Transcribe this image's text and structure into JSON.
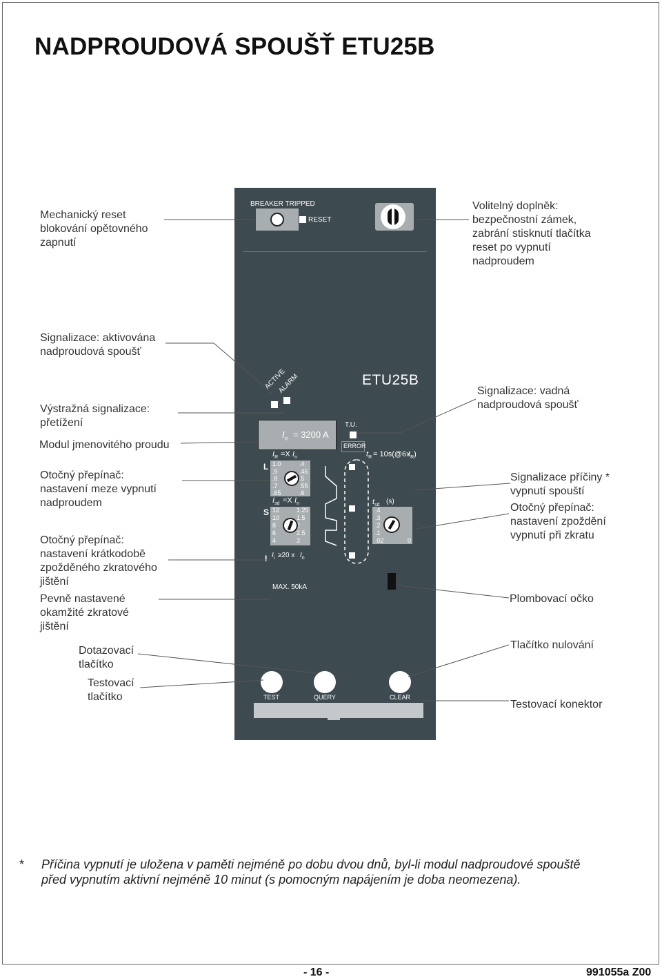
{
  "title": "NADPROUDOVÁ SPOUŠŤ  ETU25B",
  "left_labels": {
    "mech_reset": "Mechanický reset\nblokování opětovného\nzapnutí",
    "signal_active": "Signalizace: aktivována\nnadproudová spoušť",
    "warn_overload": "Výstražná signalizace:\npřetížení",
    "rated_module": "Modul jmenovitého proudu",
    "switch_limit": "Otočný přepínač:\nnastavení meze vypnutí\nnadproudem",
    "switch_short": "Otočný přepínač:\nnastavení krátkodobě\nzpožděného zkratového\njištění",
    "fixed_instant": "Pevně nastavené\nokamžité zkratové\njištění",
    "query_button": "Dotazovací\ntlačítko",
    "test_button": "Testovací\ntlačítko"
  },
  "right_labels": {
    "optional_lock": "Volitelný doplněk:\nbezpečnostní zámek,\nzabrání stisknutí tlačítka\nreset po vypnutí\nnadproudem",
    "signal_faulty": "Signalizace: vadná\nnadproudová spoušť",
    "signal_cause": "Signalizace příčiny *\nvypnutí spouští",
    "switch_delay": "Otočný přepínač:\nnastavení zpoždění\nvypnutí při zkratu",
    "seal_eye": "Plombovací očko",
    "clear_button": "Tlačítko nulování",
    "test_connector": "Testovací konektor"
  },
  "panel": {
    "breaker_tripped": "BREAKER TRIPPED",
    "reset": "RESET",
    "active": "ACTIVE",
    "alarm": "ALARM",
    "model": "ETU25B",
    "rated_current": "= 3200 A",
    "tu": "T.U.",
    "error": "ERROR",
    "ir_label": "=X",
    "tr_label": "= 10s(@6x",
    "L": "L",
    "S": "S",
    "I": "I",
    "ir_left": [
      "1.0",
      ".9",
      ".8",
      ".7",
      ".65"
    ],
    "ir_right": [
      ".4",
      ".45",
      ".5",
      ".55",
      ".6"
    ],
    "isd_label": "=X",
    "isd_left": [
      "12",
      "10",
      "8",
      "6",
      "4"
    ],
    "isd_right": [
      "1.25",
      "1.5",
      "2",
      "2.5",
      "3"
    ],
    "tsd_label": "(s)",
    "tsd_values": [
      ".4",
      ".3",
      ".2",
      ".1",
      ".02"
    ],
    "tsd_zero": "0",
    "ii_label": "≥20 x",
    "max": "MAX. 50kA",
    "test": "TEST",
    "query": "QUERY",
    "clear": "CLEAR"
  },
  "footnote": {
    "star": "*",
    "line1": "Příčina vypnutí je uložena v paměti nejméně po dobu dvou dnů, byl-li modul nadproudové spouště",
    "line2": "před vypnutím aktivní nejméně 10 minut (s pomocným napájením je doba neomezena)."
  },
  "page_number": "- 16 -",
  "doc_code": "991055a Z00"
}
